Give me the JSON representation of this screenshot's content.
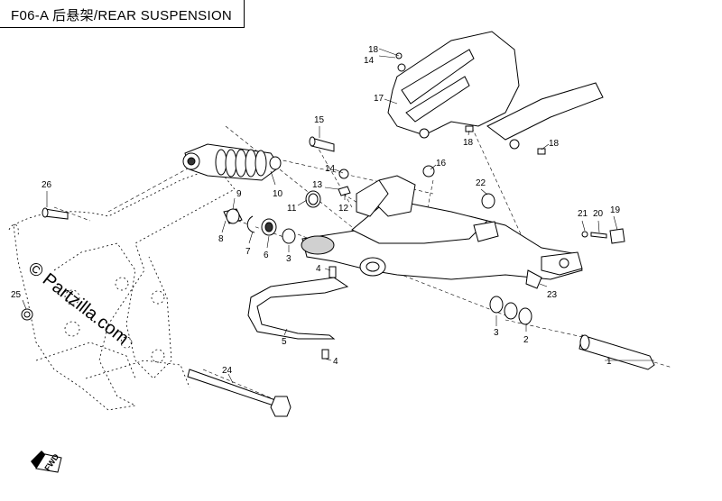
{
  "title": "F06-A  后悬架/REAR SUSPENSION",
  "watermark": "© Partzilla.com",
  "fwd_label": "FWD",
  "callouts": {
    "c1": "1",
    "c2a": "2",
    "c2b": "2",
    "c3a": "3",
    "c3b": "3",
    "c4a": "4",
    "c4b": "4",
    "c5": "5",
    "c6": "6",
    "c7": "7",
    "c8": "8",
    "c9": "9",
    "c10": "10",
    "c11": "11",
    "c12": "12",
    "c13": "13",
    "c14a": "14",
    "c14b": "14",
    "c15": "15",
    "c16": "16",
    "c17": "17",
    "c18a": "18",
    "c18b": "18",
    "c18c": "18",
    "c19": "19",
    "c20": "20",
    "c21": "21",
    "c22": "22",
    "c23": "23",
    "c24": "24",
    "c25": "25",
    "c26": "26"
  }
}
